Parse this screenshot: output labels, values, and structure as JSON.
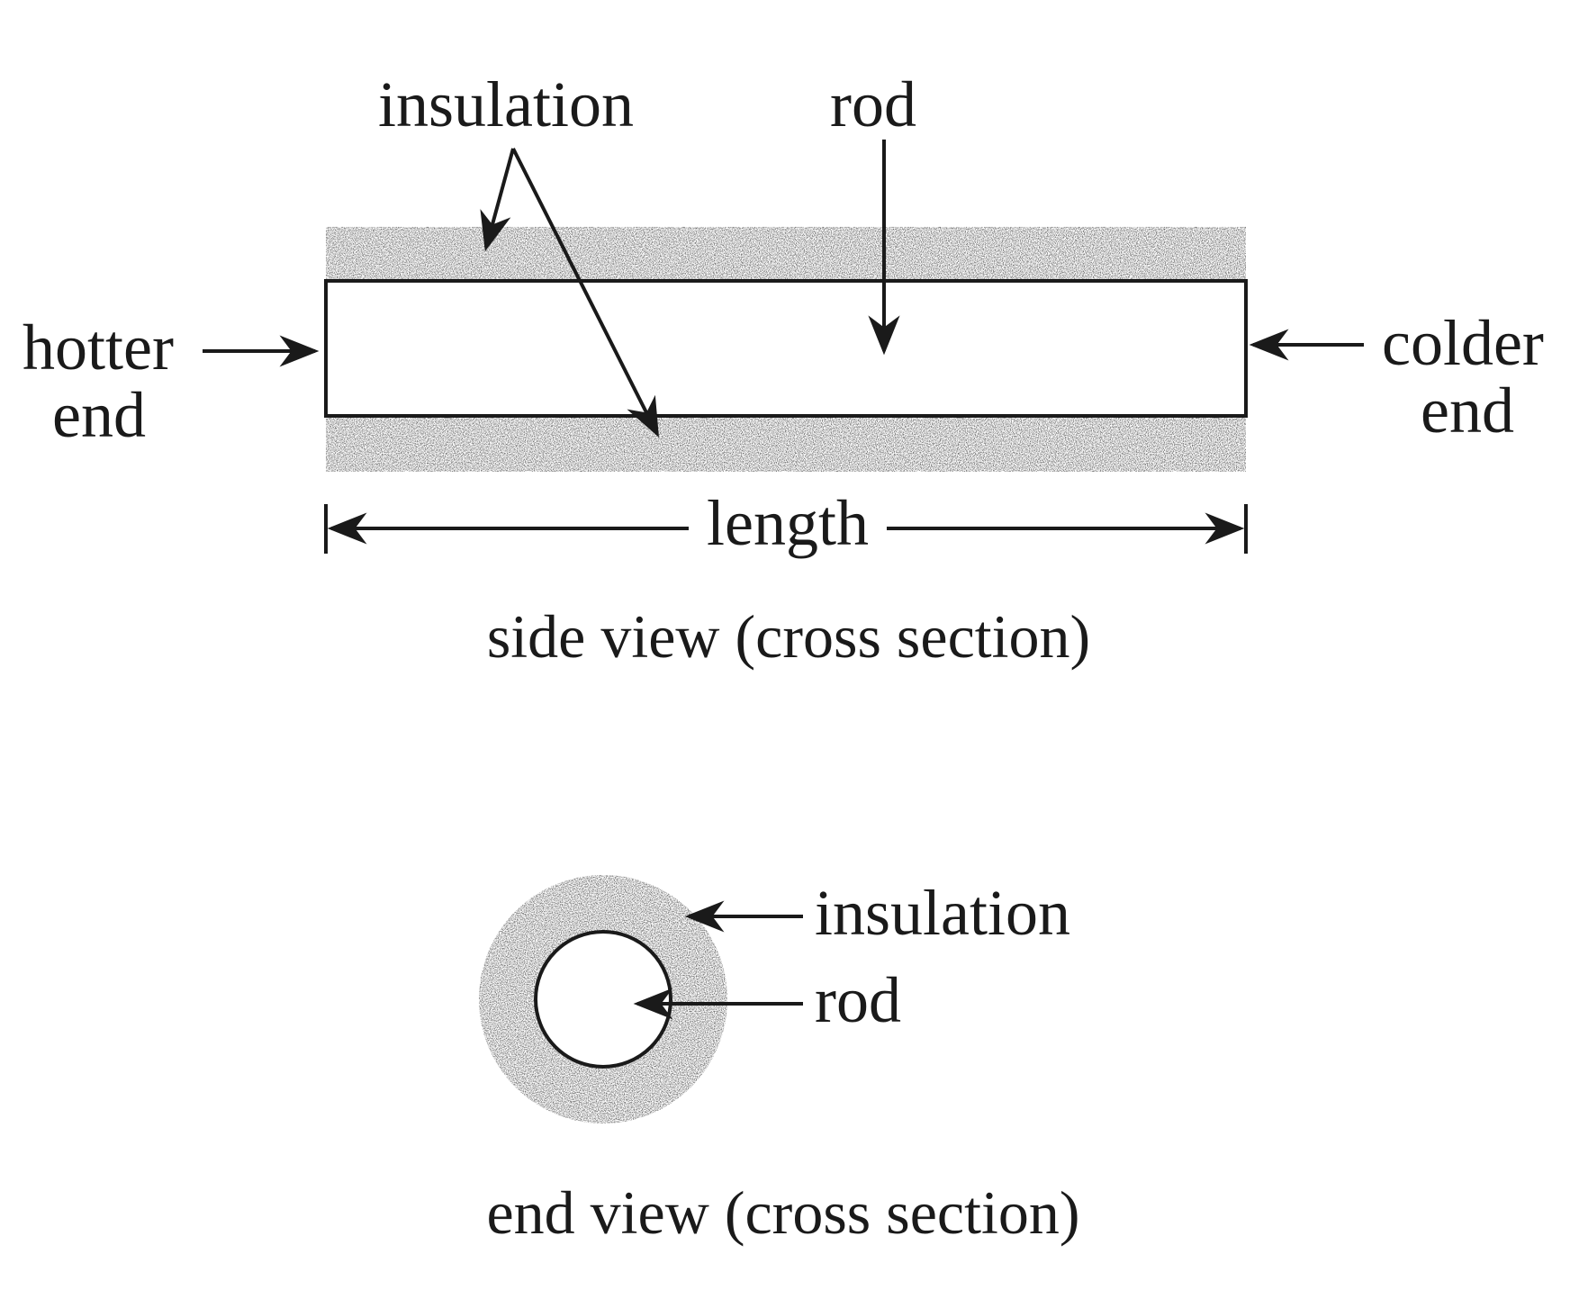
{
  "side_view": {
    "insulation_label": "insulation",
    "rod_label": "rod",
    "hotter_end_line1": "hotter",
    "hotter_end_line2": "end",
    "colder_end_line1": "colder",
    "colder_end_line2": "end",
    "length_label": "length",
    "caption": "side view (cross section)"
  },
  "end_view": {
    "insulation_label": "insulation",
    "rod_label": "rod",
    "caption": "end view (cross section)"
  }
}
